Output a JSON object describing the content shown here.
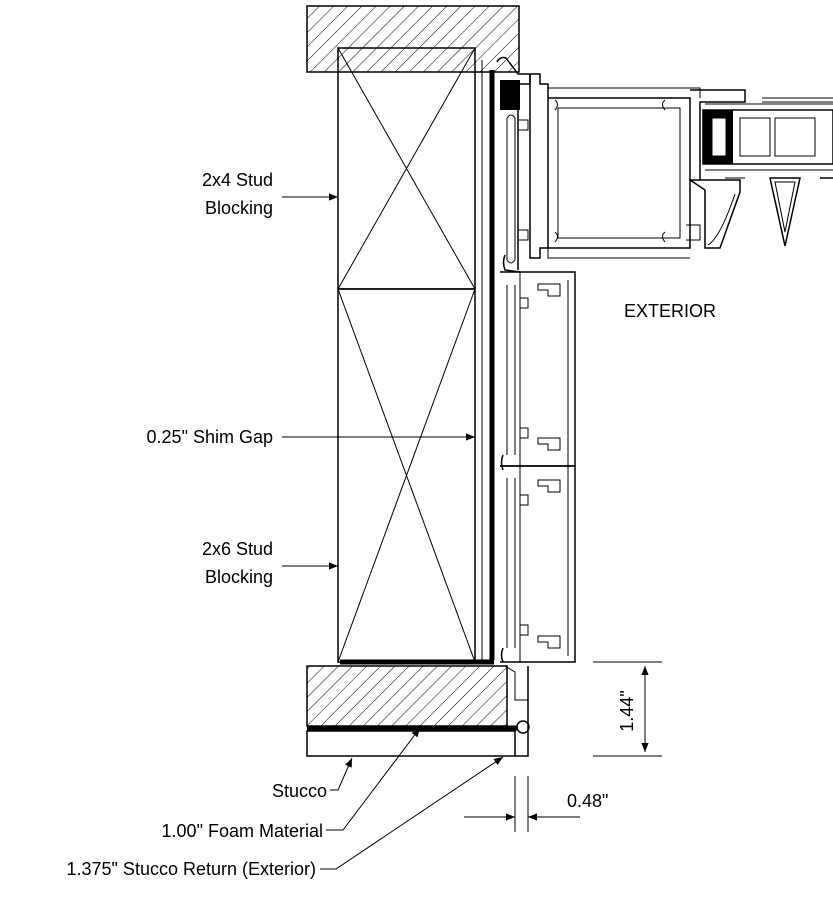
{
  "labels": {
    "stud_2x4_line1": "2x4 Stud",
    "stud_2x4_line2": "Blocking",
    "shim_gap": "0.25\" Shim Gap",
    "stud_2x6_line1": "2x6 Stud",
    "stud_2x6_line2": "Blocking",
    "exterior": "EXTERIOR",
    "stucco": "Stucco",
    "foam": "1.00\" Foam Material",
    "stucco_return": "1.375\" Stucco Return (Exterior)"
  },
  "dimensions": {
    "vertical": "1.44\"",
    "horizontal": "0.48\""
  },
  "colors": {
    "line": "#000000",
    "background": "#ffffff"
  }
}
